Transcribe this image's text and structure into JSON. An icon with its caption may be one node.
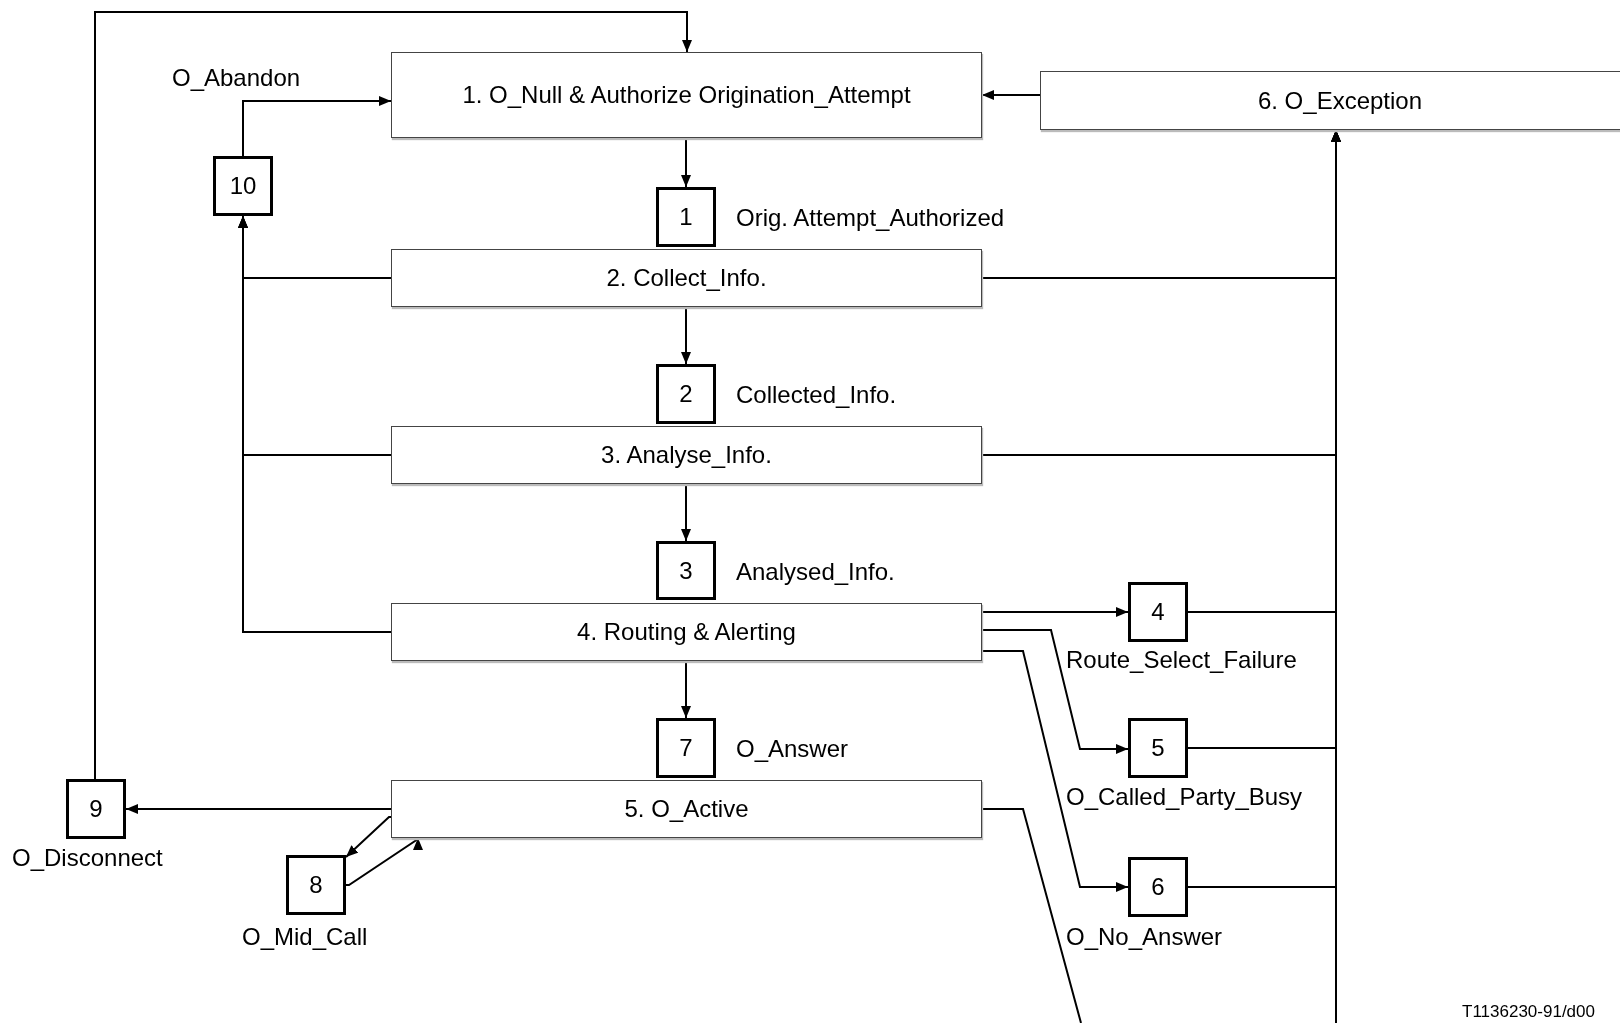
{
  "diagram": {
    "nodes": [
      {
        "text": [
          "1.  O_Null & Authorize Origination_Attempt"
        ]
      },
      {
        "text": [
          "6.  O_Exception"
        ]
      },
      {
        "text": [
          "10"
        ],
        "beside": [
          "O_Abandon"
        ]
      },
      {
        "text": [
          "1"
        ],
        "beside": [
          "Orig. Attempt_Authorized"
        ]
      },
      {
        "text": [
          "2.  Collect_Info."
        ]
      },
      {
        "text": [
          "2"
        ],
        "beside": [
          "Collected_Info."
        ]
      },
      {
        "text": [
          "3.  Analyse_Info."
        ]
      },
      {
        "text": [
          "3"
        ],
        "beside": [
          "Analysed_Info."
        ]
      },
      {
        "text": [
          "4.  Routing & Alerting"
        ]
      },
      {
        "text": [
          "4"
        ],
        "beside": [
          "Route_Select_Failure"
        ]
      },
      {
        "text": [
          "5"
        ],
        "beside": [
          "O_Called_Party_Busy"
        ]
      },
      {
        "text": [
          "6"
        ],
        "beside": [
          "O_No_Answer"
        ]
      },
      {
        "text": [
          "7"
        ],
        "beside": [
          "O_Answer"
        ]
      },
      {
        "text": [
          "5.  O_Active"
        ]
      },
      {
        "text": [
          "9"
        ],
        "beside": [
          "O_Disconnect"
        ]
      },
      {
        "text": [
          "8"
        ],
        "beside": [
          "O_Mid_Call"
        ]
      }
    ],
    "edges": [
      {
        "from": 1,
        "to": 0,
        "arrow": "to"
      },
      {
        "from": 0,
        "to": 3,
        "arrow": "to"
      },
      {
        "from": 4,
        "to": 5,
        "arrow": "to"
      },
      {
        "from": 6,
        "to": 7,
        "arrow": "to"
      },
      {
        "from": 8,
        "to": 12,
        "arrow": "to"
      },
      {
        "from": 4,
        "to": 2,
        "arrow": "to"
      },
      {
        "from": 6,
        "to": 2,
        "arrow": "to"
      },
      {
        "from": 8,
        "to": 2,
        "arrow": "to"
      },
      {
        "from": 2,
        "to": 0,
        "arrow": "to"
      },
      {
        "from": 14,
        "to": 0,
        "arrow": "to"
      },
      {
        "from": 4,
        "to": 1,
        "arrow": "to"
      },
      {
        "from": 6,
        "to": 1,
        "arrow": "to"
      },
      {
        "from": 8,
        "to": 9,
        "arrow": "to"
      },
      {
        "from": 8,
        "to": 10,
        "arrow": "to"
      },
      {
        "from": 8,
        "to": 11,
        "arrow": "to"
      },
      {
        "from": 9,
        "to": 1,
        "arrow": "to"
      },
      {
        "from": 10,
        "to": 1,
        "arrow": "to"
      },
      {
        "from": 11,
        "to": 1,
        "arrow": "to"
      },
      {
        "from": 13,
        "to": 14,
        "arrow": "to"
      },
      {
        "from": 13,
        "to": 15,
        "arrow": "to"
      },
      {
        "from": 15,
        "to": 13,
        "arrow": "to"
      },
      {
        "from": 13,
        "to": null,
        "arrow": "none"
      }
    ],
    "labels": [
      "T1136230-91/d00"
    ]
  }
}
